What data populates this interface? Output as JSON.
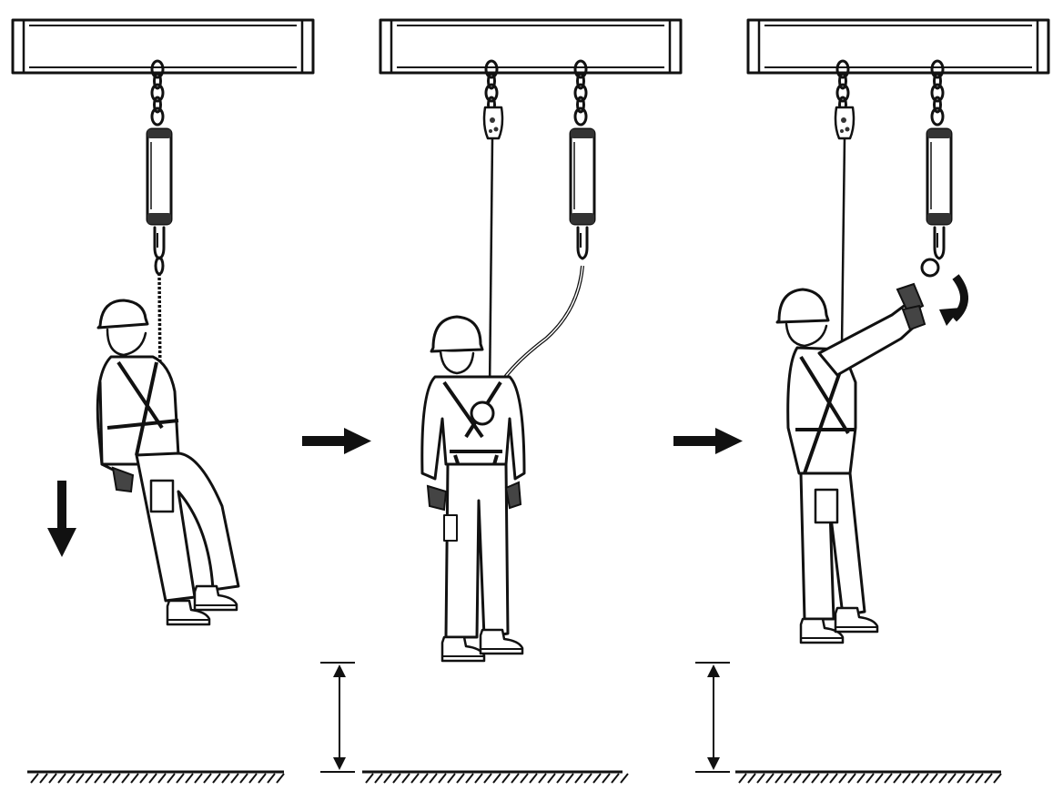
{
  "diagram": {
    "panels": [
      {
        "id": "panel-1",
        "scene": "suspended-after-fall",
        "lanyards": 1,
        "rescue_line": false
      },
      {
        "id": "panel-2",
        "scene": "rescue-line-attached",
        "lanyards": 1,
        "rescue_line": true
      },
      {
        "id": "panel-3",
        "scene": "lanyard-released",
        "lanyards": 1,
        "rescue_line": true
      }
    ],
    "arrows": [
      {
        "id": "down-arrow",
        "meaning": "downward-motion"
      },
      {
        "id": "next-arrow-1",
        "meaning": "next-step"
      },
      {
        "id": "next-arrow-2",
        "meaning": "next-step"
      },
      {
        "id": "rotate-arrow",
        "meaning": "unclip-rotation"
      }
    ],
    "clearance_markers": 2,
    "colors": {
      "ink": "#111111",
      "background": "#ffffff",
      "glove": "#444444"
    }
  }
}
